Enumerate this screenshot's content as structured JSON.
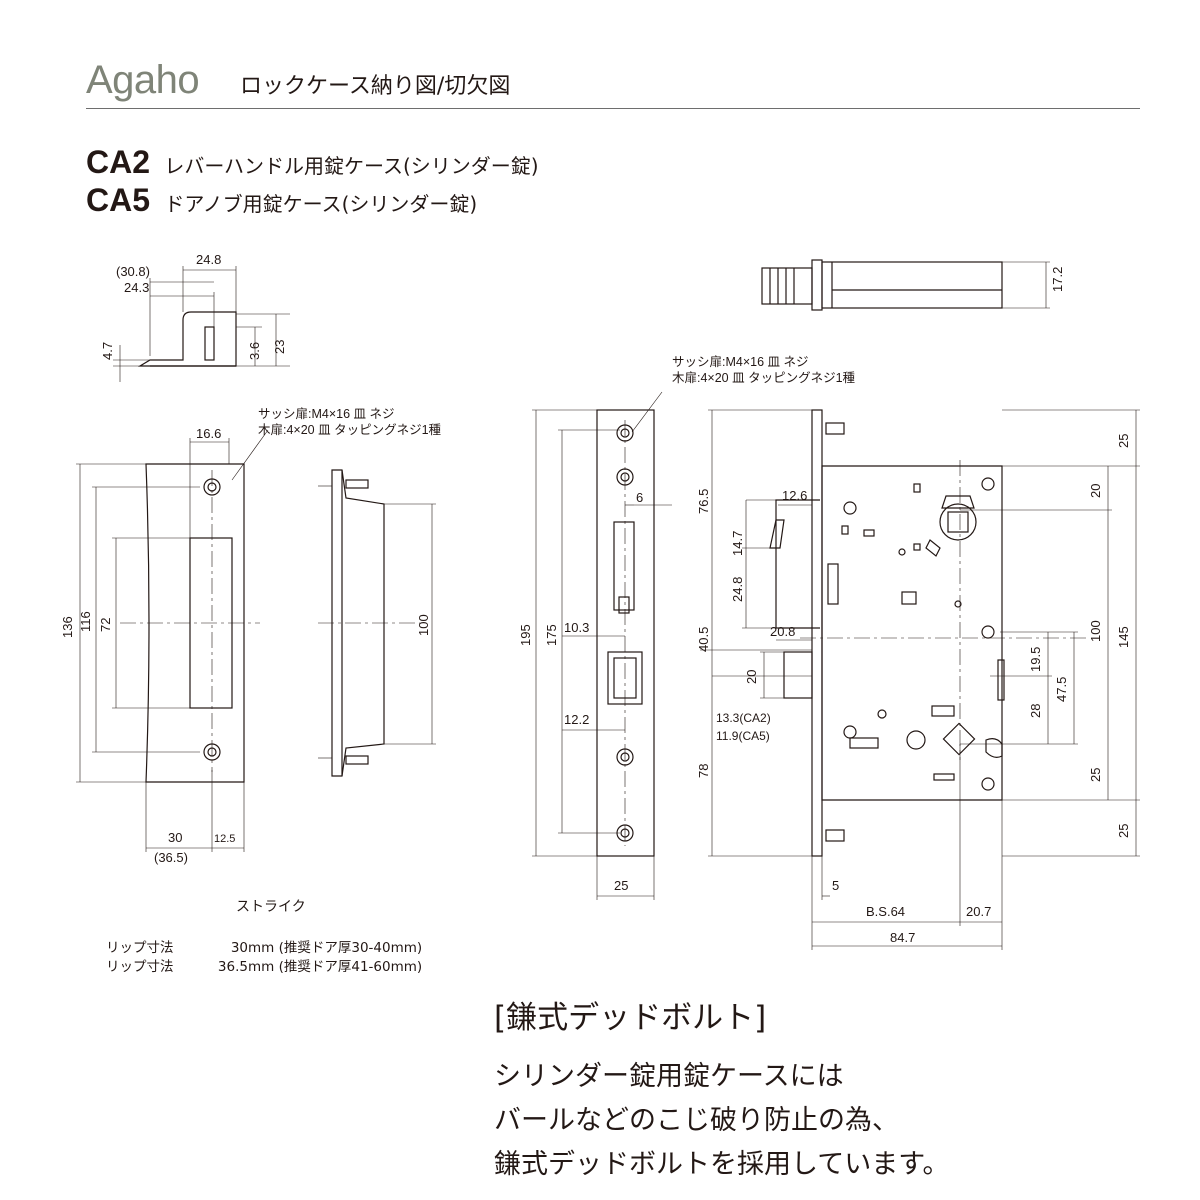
{
  "header": {
    "brand": "Agaho",
    "title": "ロックケース納り図/切欠図"
  },
  "models": [
    {
      "code": "CA2",
      "description": "レバーハンドル用錠ケース(シリンダー錠)"
    },
    {
      "code": "CA5",
      "description": "ドアノブ用錠ケース(シリンダー錠)"
    }
  ],
  "dimensions": {
    "strike_top": {
      "w_outer": "(30.8)",
      "w_inner": "24.3",
      "w_top": "24.8",
      "h_lip": "4.7",
      "h_36": "3.6",
      "h_23": "23"
    },
    "strike_front": {
      "screw_note_1": "サッシ扉:M4×16 皿 ネジ",
      "screw_note_2": "木扉:4×20 皿 タッピングネジ1種",
      "w_16_6": "16.6",
      "h_136": "136",
      "h_116": "116",
      "h_72": "72",
      "w_30": "30",
      "w_12_5": "12.5",
      "w_36_5": "(36.5)"
    },
    "strike_side": {
      "h_100": "100"
    },
    "faceplate": {
      "screw_note_1": "サッシ扉:M4×16 皿 ネジ",
      "screw_note_2": "木扉:4×20 皿 タッピングネジ1種",
      "h_195": "195",
      "h_175": "175",
      "w_6": "6",
      "d_10_3": "10.3",
      "d_12_2": "12.2",
      "w_25": "25"
    },
    "case_top": {
      "h_17_2": "17.2"
    },
    "lock_case": {
      "h_76_5": "76.5",
      "h_40_5": "40.5",
      "h_78": "78",
      "w_12_6": "12.6",
      "h_14_7": "14.7",
      "h_24_8": "24.8",
      "w_20_8": "20.8",
      "h_20": "20",
      "note_ca2": "13.3(CA2)",
      "note_ca5": "11.9(CA5)",
      "r_25a": "25",
      "r_20": "20",
      "r_100": "100",
      "r_145": "145",
      "r_19_5": "19.5",
      "r_47_5": "47.5",
      "r_28": "28",
      "r_25b": "25",
      "r_25c": "25",
      "w_5": "5",
      "bs": "B.S.64",
      "w_20_7": "20.7",
      "w_84_7": "84.7"
    }
  },
  "strike": {
    "caption": "ストライク",
    "lip_rows": [
      {
        "label": "リップ寸法",
        "value": "30mm",
        "note": "(推奨ドア厚30-40mm)"
      },
      {
        "label": "リップ寸法",
        "value": "36.5mm",
        "note": "(推奨ドア厚41-60mm)"
      }
    ]
  },
  "feature": {
    "title": "[鎌式デッドボルト]",
    "lines": [
      "シリンダー錠用錠ケースには",
      "バールなどのこじ破り防止の為、",
      "鎌式デッドボルトを採用しています。"
    ]
  }
}
